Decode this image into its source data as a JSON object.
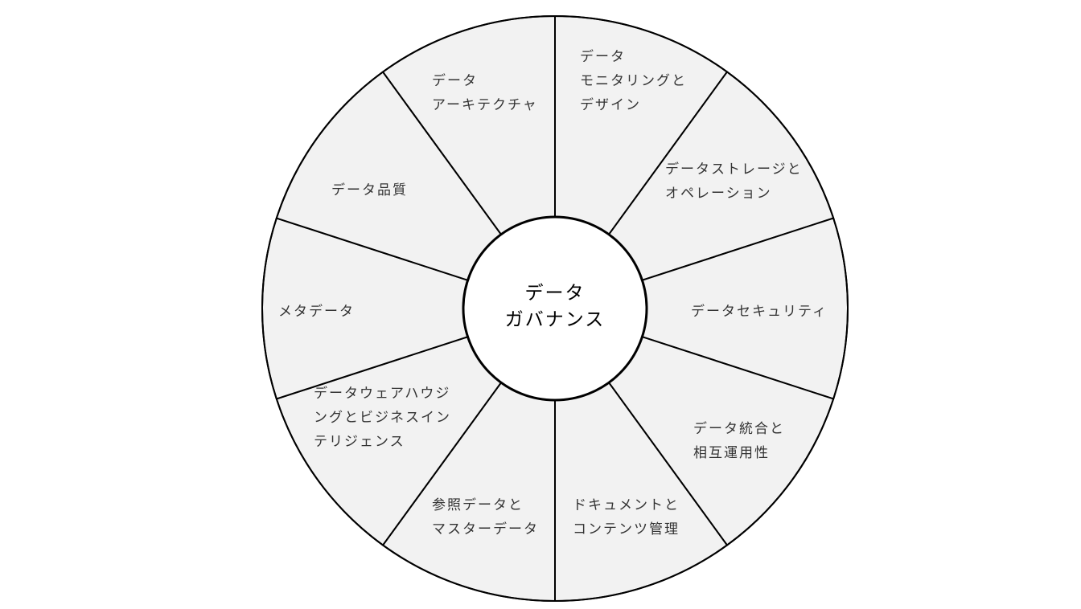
{
  "diagram": {
    "center": {
      "lines": [
        "データ",
        "ガバナンス"
      ]
    },
    "segments": [
      {
        "id": "data-monitoring-design",
        "lines": [
          "データ",
          "モニタリングと",
          "デザイン"
        ]
      },
      {
        "id": "data-storage-operations",
        "lines": [
          "データストレージと",
          "オペレーション"
        ]
      },
      {
        "id": "data-security",
        "lines": [
          "データセキュリティ"
        ]
      },
      {
        "id": "data-integration",
        "lines": [
          "データ統合と",
          "相互運用性"
        ]
      },
      {
        "id": "document-content-management",
        "lines": [
          "ドキュメントと",
          "コンテンツ管理"
        ]
      },
      {
        "id": "reference-master-data",
        "lines": [
          "参照データと",
          "マスターデータ"
        ]
      },
      {
        "id": "data-warehousing-bi",
        "lines": [
          "データウェアハウジ",
          "ングとビジネスイン",
          "テリジェンス"
        ]
      },
      {
        "id": "metadata",
        "lines": [
          "メタデータ"
        ]
      },
      {
        "id": "data-quality",
        "lines": [
          "データ品質"
        ]
      },
      {
        "id": "data-architecture",
        "lines": [
          "データ",
          "アーキテクチャ"
        ]
      }
    ],
    "colors": {
      "segment_fill": "#f2f2f2",
      "stroke": "#000000",
      "center_fill": "#ffffff",
      "text": "#333333"
    }
  }
}
